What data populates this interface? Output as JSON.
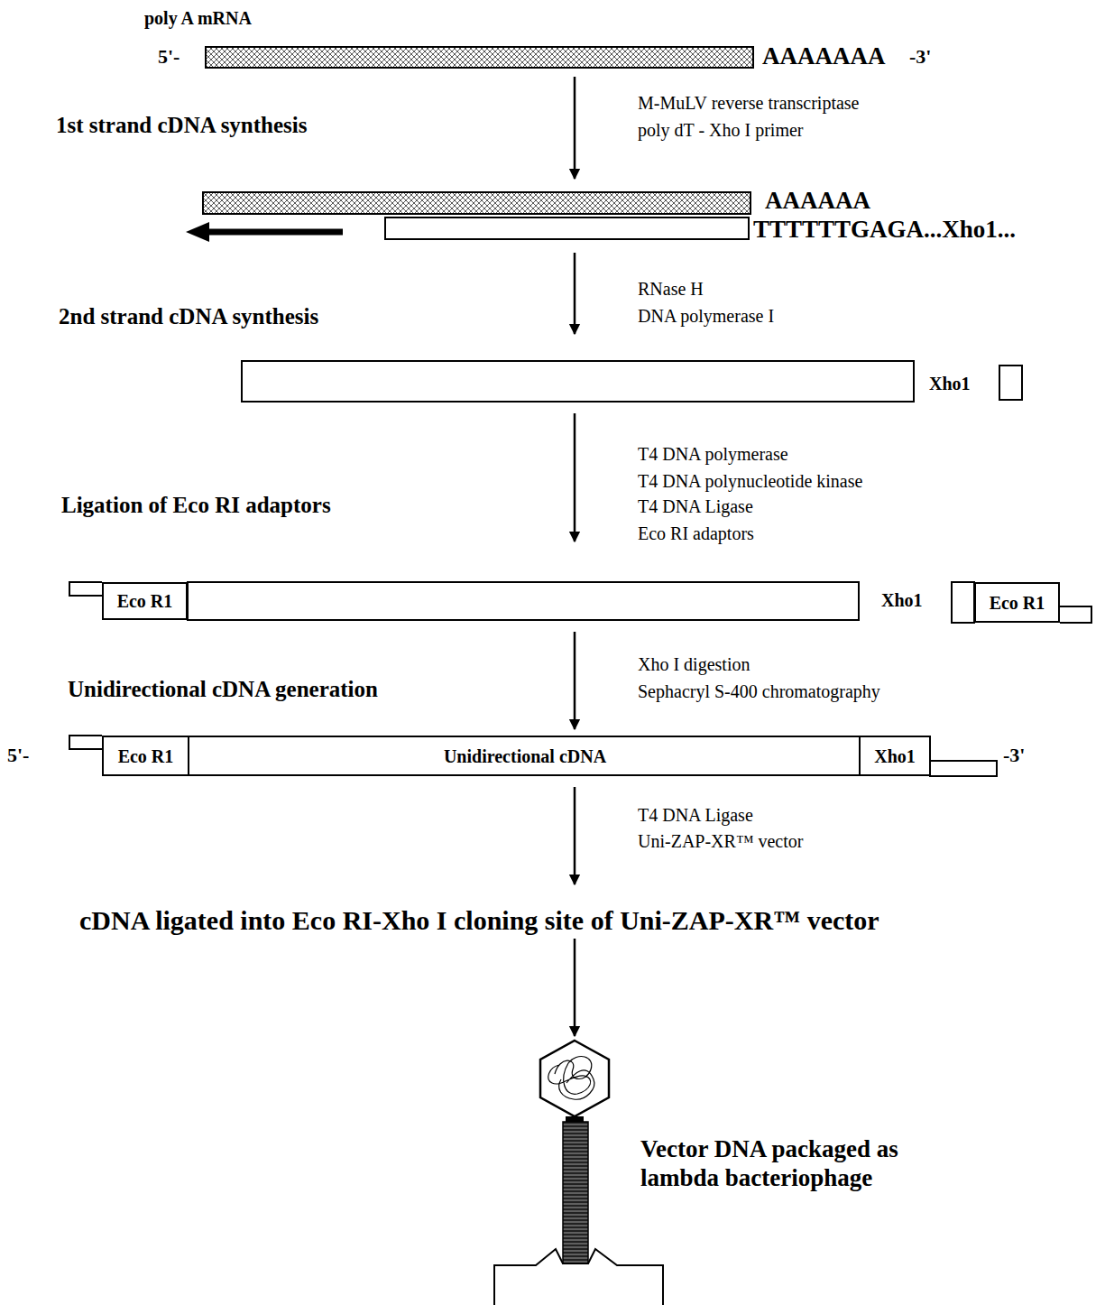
{
  "diagram": {
    "nodes": [
      {
        "text": [
          "Eco R1"
        ]
      },
      {
        "text": [
          "Eco R1"
        ]
      },
      {
        "text": [
          "Unidirectional cDNA"
        ]
      },
      {
        "text": [
          "Eco R1"
        ],
        "in": 2
      },
      {
        "text": [
          "Xho1"
        ],
        "in": 2
      }
    ],
    "labels": [
      "poly A mRNA",
      "5'-",
      "AAAAAAA",
      "-3'",
      "M-MuLV reverse transcriptase",
      "poly dT - Xho I primer",
      "1st strand cDNA synthesis",
      "AAAAAA",
      "TTTTTTGAGA...Xho1...",
      "RNase H",
      "DNA polymerase I",
      "2nd strand cDNA synthesis",
      "Xho1",
      "T4 DNA polymerase",
      "T4 DNA polynucleotide kinase",
      "T4 DNA Ligase",
      "Eco RI adaptors",
      "Ligation of Eco RI adaptors",
      "Xho1",
      "Xho I digestion",
      "Sephacryl S-400 chromatography",
      "Unidirectional cDNA generation",
      "5'-",
      "-3'",
      "T4 DNA Ligase",
      "Uni-ZAP-XR™ vector",
      "cDNA ligated into Eco RI-Xho I cloning site of Uni-ZAP-XR™ vector",
      "Vector DNA packaged as lambda bacteriophage"
    ]
  }
}
